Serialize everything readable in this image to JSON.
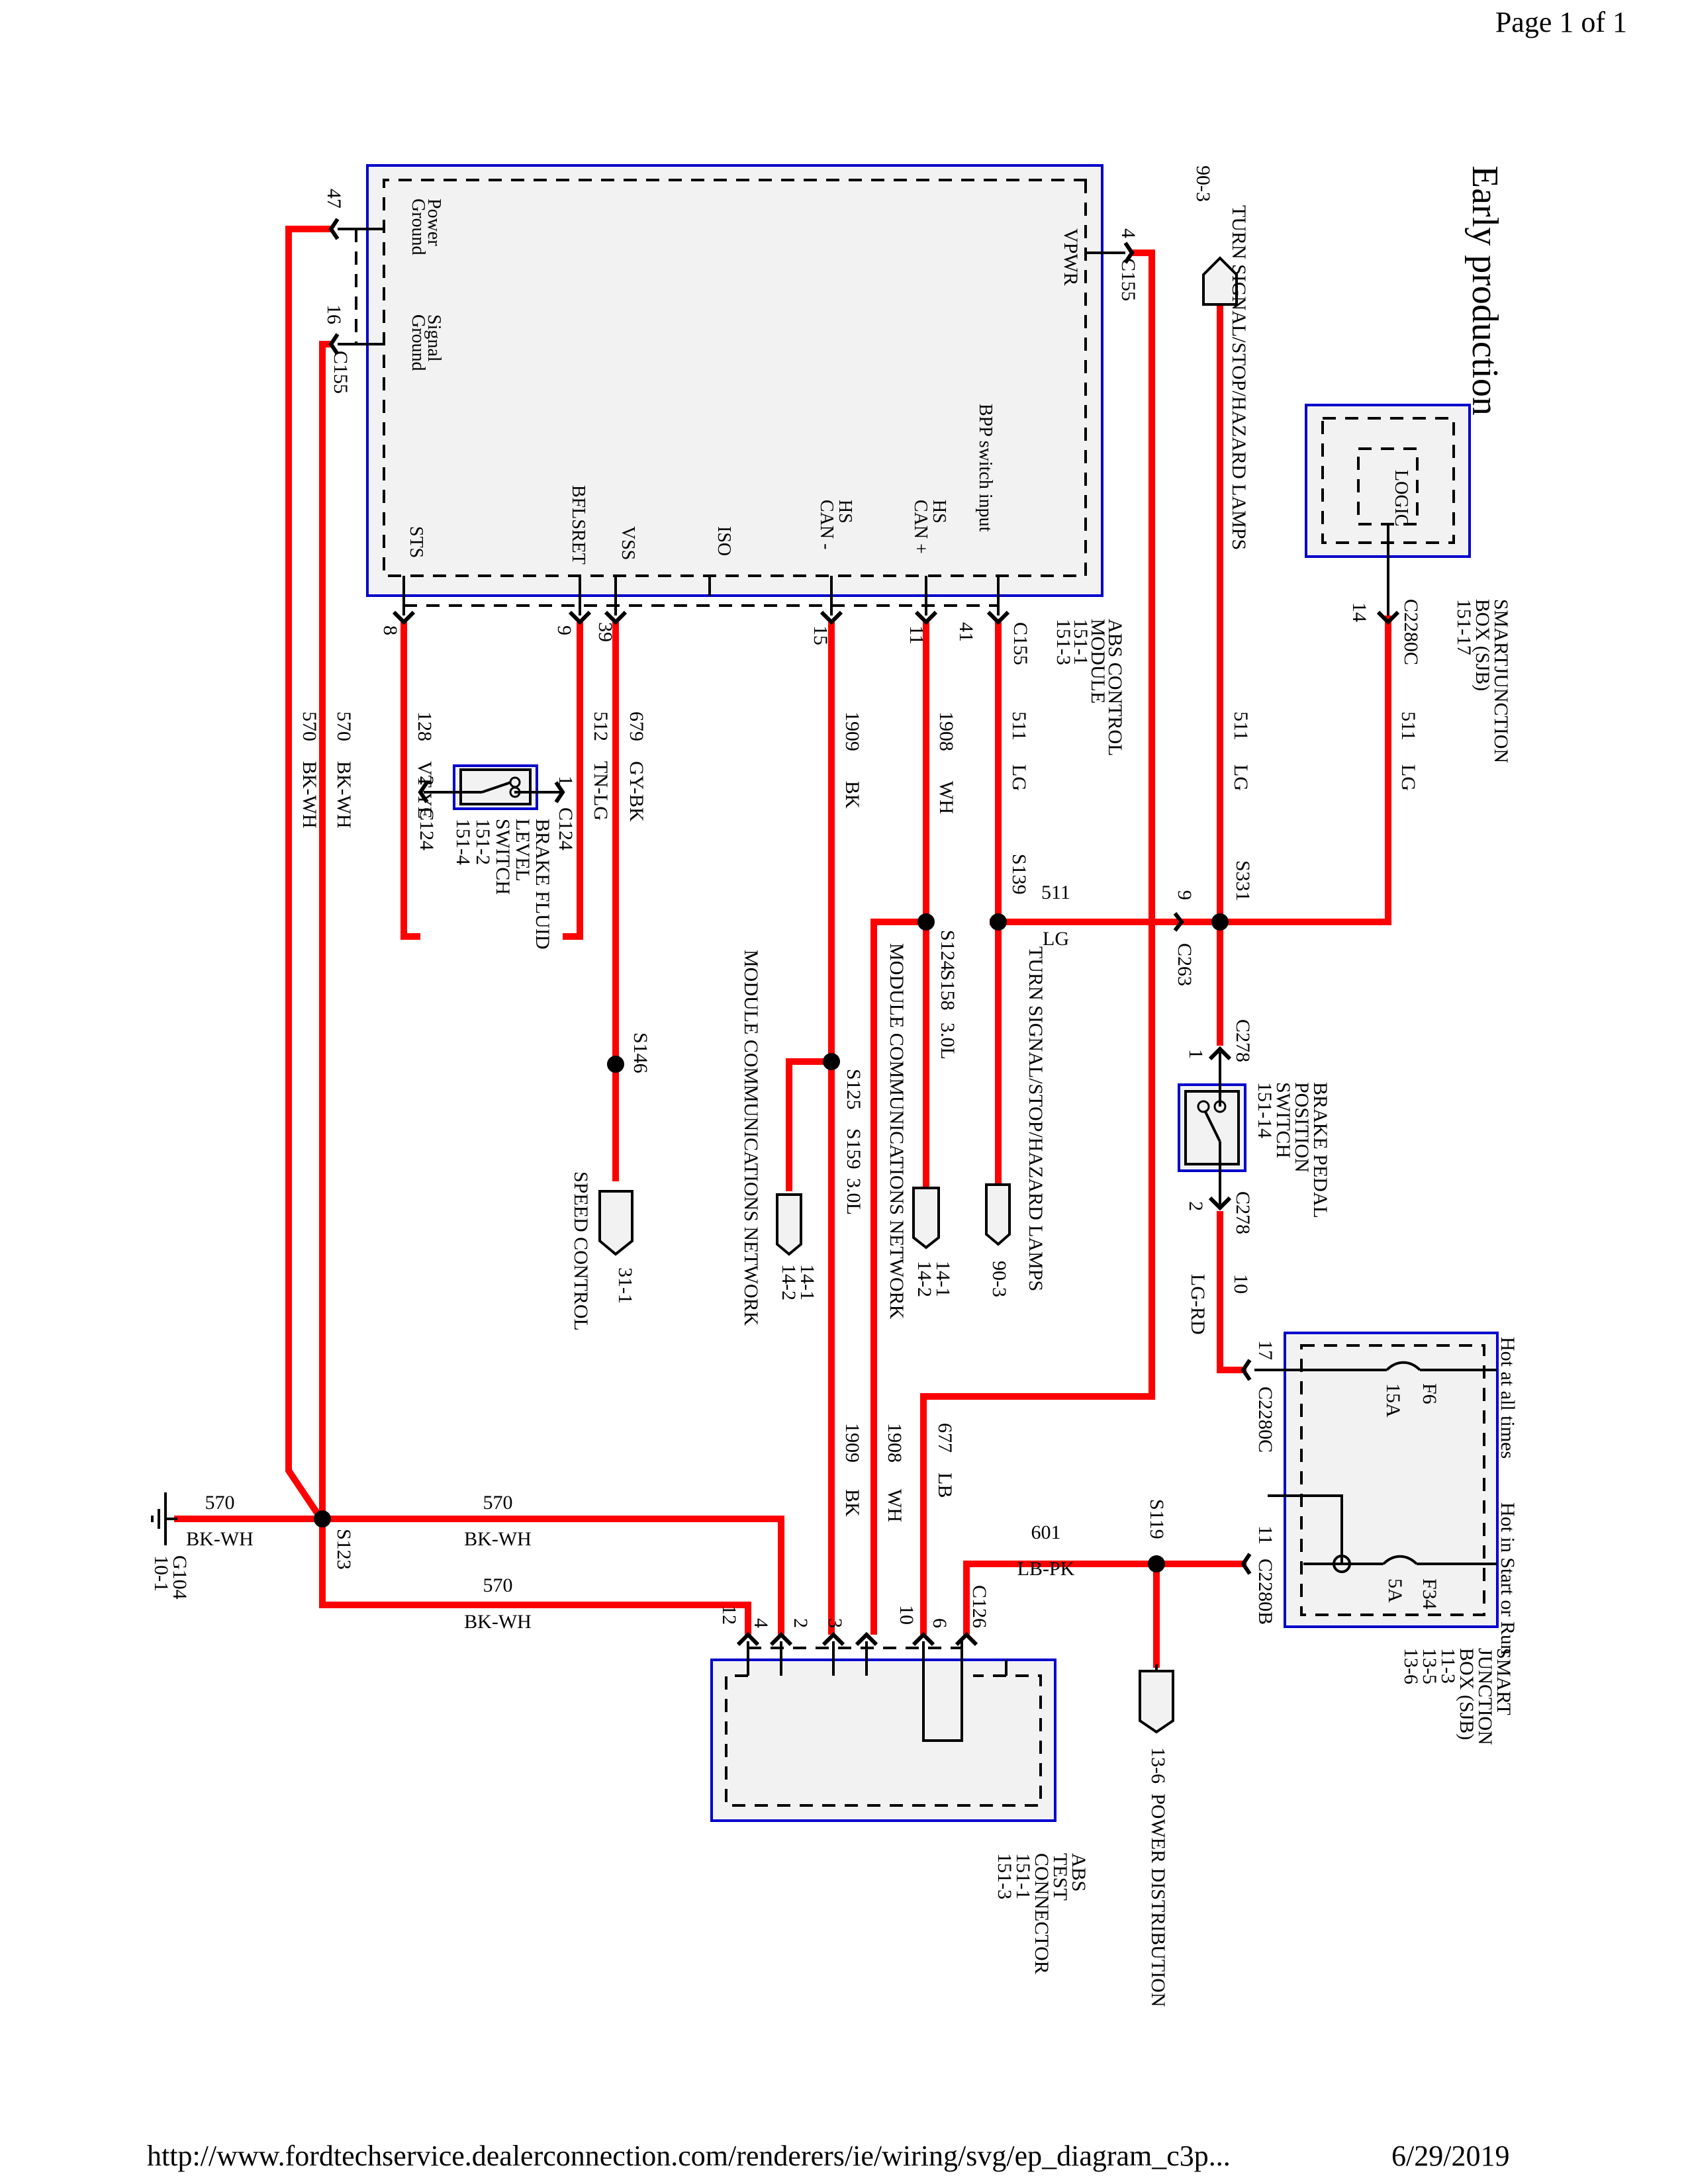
{
  "page": {
    "header": "Page 1 of 1",
    "footer_url": "http://www.fordtechservice.dealerconnection.com/renderers/ie/wiring/svg/ep_diagram_c3p...",
    "footer_date": "6/29/2019"
  },
  "diagram": {
    "title": "Early production",
    "colors": {
      "wire": "#ff0000",
      "module_border": "#0000cc",
      "module_fill": "#f2f2f2"
    },
    "modules": {
      "abs_control": {
        "name_lines": [
          "ABS CONTROL",
          "MODULE",
          "151-1",
          "151-3"
        ],
        "pins": {
          "power_ground": [
            "Power",
            "Ground"
          ],
          "signal_ground": [
            "Signal",
            "Ground"
          ],
          "vpwr": "VPWR",
          "bpp": "BPP switch input",
          "hs_can_plus": [
            "HS",
            "CAN +"
          ],
          "hs_can_minus": [
            "HS",
            "CAN -"
          ],
          "iso": "ISO",
          "vss": "VSS",
          "bflsret": "BFLSRET",
          "sts": "STS"
        },
        "connector": "C155",
        "pin_numbers": {
          "power_ground": "47",
          "signal_ground": "16",
          "vpwr": "4",
          "bpp": "41",
          "hs_can_plus": "11",
          "hs_can_minus": "15",
          "vss": "39",
          "bflsret": "9",
          "sts": "8"
        }
      },
      "sjb_top": {
        "name_lines": [
          "SMARTJUNCTION",
          "BOX (SJB)",
          "151-17"
        ],
        "inner": "LOGIC",
        "connector": "C2280C",
        "pin": "14"
      },
      "sjb_bottom": {
        "name_lines": [
          "SMART",
          "JUNCTION",
          "BOX (SJB)",
          "11-3",
          "13-5",
          "13-6"
        ],
        "hot_at_all_times": "Hot at all times",
        "hot_in_start_run": "Hot in Start or Run",
        "fuse_f6": {
          "id": "F6",
          "rating": "15A"
        },
        "fuse_f34": {
          "id": "F34",
          "rating": "5A"
        },
        "conn_c": {
          "id": "C2280C",
          "pin": "17"
        },
        "conn_b": {
          "id": "C2280B",
          "pin": "11"
        }
      },
      "brake_pedal_switch": {
        "name_lines": [
          "BRAKE PEDAL",
          "POSITION",
          "SWITCH",
          "151-14"
        ],
        "connector": "C278",
        "pin1": "1",
        "pin2": "2"
      },
      "brake_fluid_switch": {
        "name_lines": [
          "BRAKE FLUID",
          "LEVEL",
          "SWITCH",
          "151-2",
          "151-4"
        ],
        "connector": "C124",
        "pin1": "1",
        "pin2": "2"
      },
      "abs_test_connector": {
        "name_lines": [
          "ABS",
          "TEST",
          "CONNECTOR",
          "151-1",
          "151-3"
        ],
        "connector": "C126",
        "pins": [
          "12",
          "4",
          "2",
          "3",
          "10",
          "6"
        ]
      }
    },
    "wires": {
      "w511_top": {
        "circuit": "511",
        "color": "LG"
      },
      "w511_sjb": {
        "circuit": "511",
        "color": "LG"
      },
      "w511_abs": {
        "circuit": "511",
        "color": "LG"
      },
      "w511_horiz": {
        "circuit": "511",
        "color": "LG"
      },
      "w1908": {
        "circuit": "1908",
        "color": "WH"
      },
      "w1909": {
        "circuit": "1909",
        "color": "BK"
      },
      "w679": {
        "circuit": "679",
        "color": "GY-BK"
      },
      "w512": {
        "circuit": "512",
        "color": "TN-LG"
      },
      "w128": {
        "circuit": "128",
        "color": "VT-YE"
      },
      "w570a": {
        "circuit": "570",
        "color": "BK-WH"
      },
      "w570b": {
        "circuit": "570",
        "color": "BK-WH"
      },
      "w570c": {
        "circuit": "570",
        "color": "BK-WH"
      },
      "w570d": {
        "circuit": "570",
        "color": "BK-WH"
      },
      "w570e": {
        "circuit": "570",
        "color": "BK-WH"
      },
      "w10": {
        "circuit": "10",
        "color": "LG-RD"
      },
      "w677": {
        "circuit": "677",
        "color": "LB"
      },
      "w1908b": {
        "circuit": "1908",
        "color": "WH"
      },
      "w1909b": {
        "circuit": "1909",
        "color": "BK"
      },
      "w601": {
        "circuit": "601",
        "color": "LB-PK"
      }
    },
    "splices": {
      "s331": "S331",
      "s139": "S139",
      "s124": "S124",
      "s125": "S125",
      "s146": "S146",
      "s123": "S123",
      "s119": "S119",
      "s158": "S158",
      "s159": "S159",
      "engine": "3.0L"
    },
    "connectors": {
      "c263": "C263",
      "c263_pin": "9"
    },
    "references": {
      "turn_top": {
        "label": "TURN SIGNAL/STOP/HAZARD LAMPS",
        "page": "90-3"
      },
      "turn_mid": {
        "label": "TURN SIGNAL/STOP/HAZARD LAMPS",
        "page": "90-3"
      },
      "mcn1": {
        "label": "MODULE COMMUNICATIONS NETWORK",
        "pages": [
          "14-1",
          "14-2"
        ]
      },
      "mcn2": {
        "label": "MODULE COMMUNICATIONS NETWORK",
        "pages": [
          "14-1",
          "14-2"
        ]
      },
      "speed": {
        "label": "SPEED CONTROL",
        "page": "31-1"
      },
      "power": {
        "label": "POWER DISTRIBUTION",
        "page": "13-6"
      }
    },
    "ground": {
      "id": "G104",
      "page": "10-1"
    }
  }
}
